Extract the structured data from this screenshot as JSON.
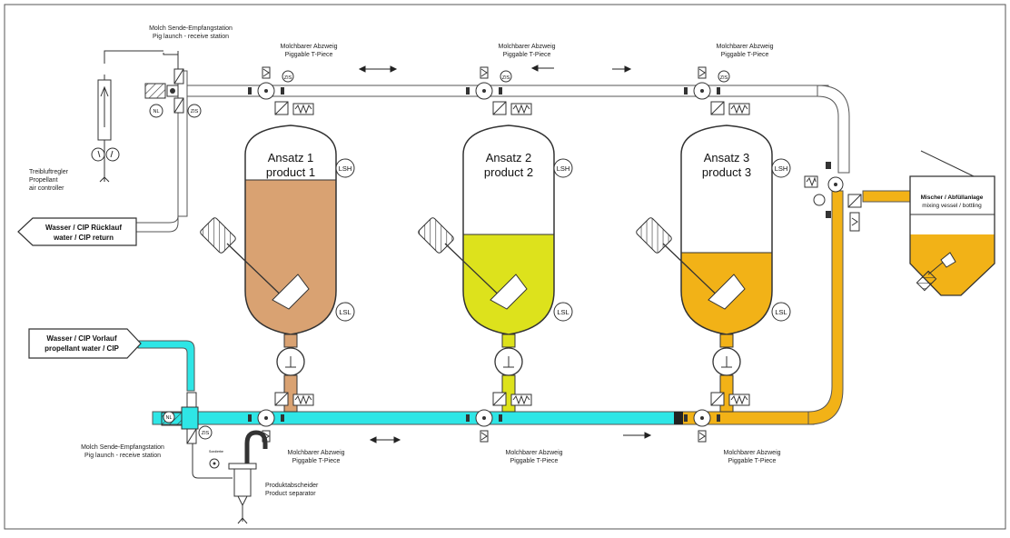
{
  "colors": {
    "cip_line": "#2ee6e6",
    "product_line": "#f2b217",
    "pipe_outline": "#555555",
    "tank1_fill": "#d9a272",
    "tank2_fill": "#dde21c",
    "tank3_fill": "#f2b217",
    "frame": "#555555"
  },
  "stations": {
    "top": {
      "line1": "Molch Sende-Empfangstation",
      "line2": "Pig launch - receive station"
    },
    "bottom": {
      "line1": "Molch Sende-Empfangstation",
      "line2": "Pig launch - receive station"
    }
  },
  "tpieces": {
    "top": [
      {
        "line1": "Molchbarer Abzweig",
        "line2": "Piggable T-Piece"
      },
      {
        "line1": "Molchbarer Abzweig",
        "line2": "Piggable T-Piece"
      },
      {
        "line1": "Molchbarer Abzweig",
        "line2": "Piggable T-Piece"
      }
    ],
    "bottom": [
      {
        "line1": "Molchbarer Abzweig",
        "line2": "Piggable T-Piece"
      },
      {
        "line1": "Molchbarer Abzweig",
        "line2": "Piggable T-Piece"
      },
      {
        "line1": "Molchbarer Abzweig",
        "line2": "Piggable T-Piece"
      }
    ]
  },
  "tanks": [
    {
      "line1": "Ansatz 1",
      "line2": "product 1",
      "fill_level": 0.78
    },
    {
      "line1": "Ansatz 2",
      "line2": "product 2",
      "fill_level": 0.5
    },
    {
      "line1": "Ansatz 3",
      "line2": "product 3",
      "fill_level": 0.38
    }
  ],
  "sensors": {
    "high": "LSH",
    "low": "LSL",
    "zs": "ZIS",
    "nl": "NL"
  },
  "air_controller": {
    "line1": "Treibluftregler",
    "line2": "Propellant",
    "line3": "air controller"
  },
  "cip_return": {
    "line1": "Wasser / CIP Rücklauf",
    "line2": "water / CIP return"
  },
  "cip_supply": {
    "line1": "Wasser / CIP Vorlauf",
    "line2": "propellant water / CIP"
  },
  "mixer": {
    "line1": "Mischer / Abfüllanlage",
    "line2": "mixing vessel / bottling"
  },
  "separator": {
    "line1": "Produktabscheider",
    "line2": "Product separator",
    "tag": "Sondierbe"
  }
}
